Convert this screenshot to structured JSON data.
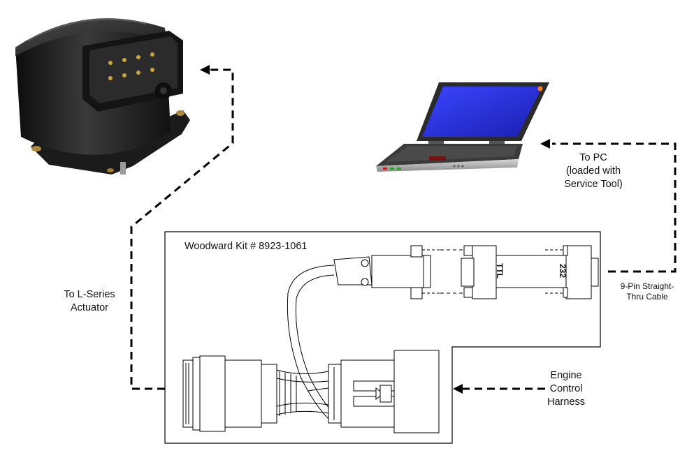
{
  "labels": {
    "kit": "Woodward Kit # 8923-1061",
    "to_pc_line1": "To PC",
    "to_pc_line2": "(loaded with",
    "to_pc_line3": "Service Tool)",
    "to_actuator_line1": "To L-Series",
    "to_actuator_line2": "Actuator",
    "cable_line1": "9-Pin Straight-",
    "cable_line2": "Thru Cable",
    "harness_line1": "Engine",
    "harness_line2": "Control",
    "harness_line3": "Harness",
    "converter_ttl": "TTL",
    "converter_232": "232"
  },
  "components": {
    "actuator": "l-series-actuator-photo",
    "laptop": "laptop-pc-icon",
    "converter": "ttl-rs232-converter",
    "harness": "service-harness"
  },
  "colors": {
    "screen": "#2a2ee0",
    "actuator_body": "#1a1a1a",
    "line": "#000000"
  }
}
